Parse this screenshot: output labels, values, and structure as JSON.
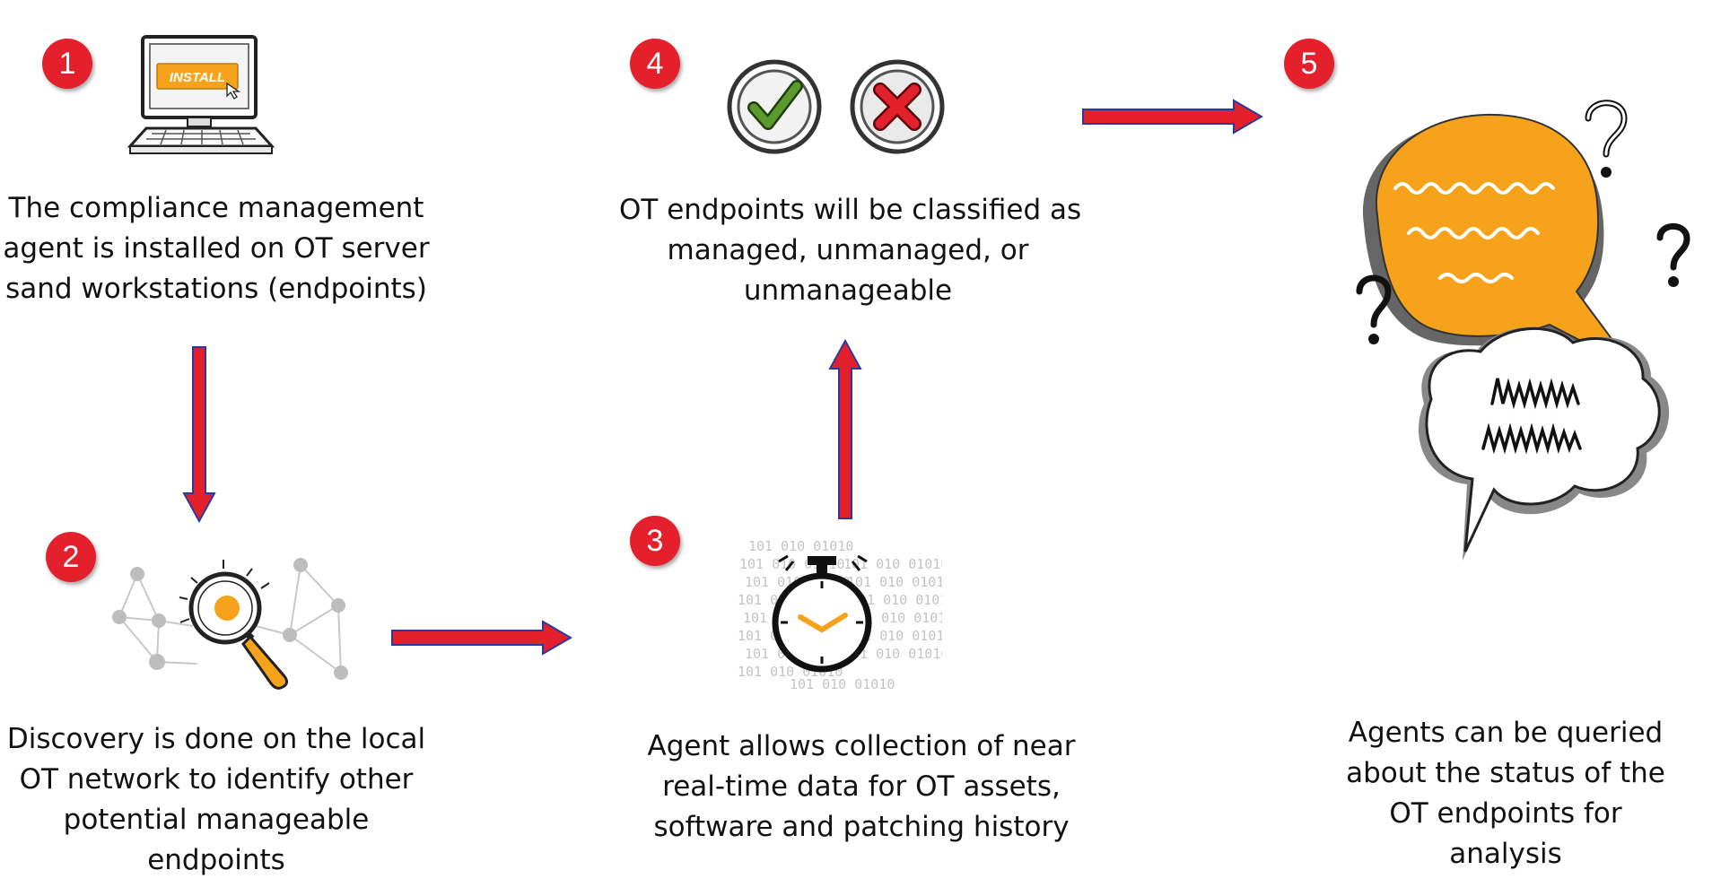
{
  "steps": [
    {
      "number": "1",
      "install_label": "INSTALL",
      "lines": [
        "The compliance management",
        "agent is installed on OT server",
        "sand workstations (endpoints)"
      ]
    },
    {
      "number": "2",
      "lines": [
        "Discovery is done on the local",
        "OT network to identify other",
        "potential manageable",
        "endpoints"
      ]
    },
    {
      "number": "3",
      "binary_text": "101 010 01010",
      "lines": [
        "Agent allows collection of near",
        "real-time data for OT assets,",
        "software and patching history"
      ]
    },
    {
      "number": "4",
      "lines": [
        "OT endpoints will be classified as",
        "managed, unmanaged, or",
        "unmanageable"
      ]
    },
    {
      "number": "5",
      "lines": [
        "Agents can be queried",
        "about the status of the",
        "OT endpoints for",
        "analysis"
      ]
    }
  ],
  "colors": {
    "badge": "#e3202b",
    "arrow_fill": "#e3202b",
    "arrow_stroke": "#2b3a9a",
    "accent_orange": "#f7a21b",
    "check_green": "#5b9a2c"
  },
  "icons": [
    "computer-install-icon",
    "network-search-icon",
    "stopwatch-icon",
    "checkmark-icon",
    "cross-icon",
    "speech-bubbles-icon"
  ]
}
